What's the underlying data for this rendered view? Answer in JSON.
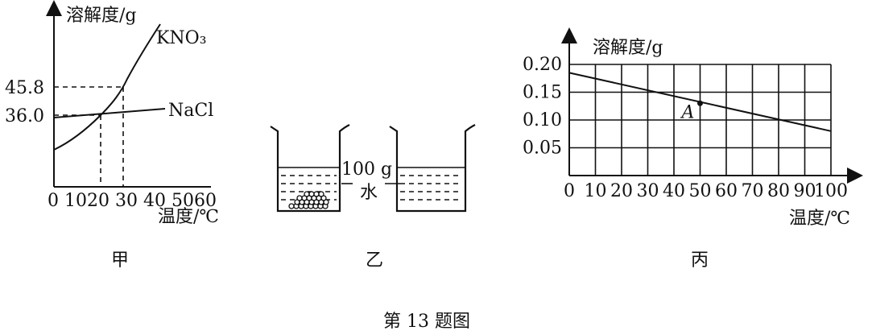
{
  "jia": {
    "ylabel": "溶解度/g",
    "xlabel": "温度/℃",
    "x_ticks": "0 1020 30 40 5060",
    "y_ticks": [
      "45.8",
      "36.0"
    ],
    "series": [
      {
        "name": "KNO₃"
      },
      {
        "name": "NaCl"
      }
    ],
    "caption": "甲"
  },
  "yi": {
    "label_mass": "100 g",
    "label_water": "水",
    "caption": "乙"
  },
  "bing": {
    "ylabel": "溶解度/g",
    "xlabel": "温度/℃",
    "y_ticks": [
      "0.20",
      "0.15",
      "0.10",
      "0.05"
    ],
    "x_ticks": [
      "0",
      "10",
      "20",
      "30",
      "40",
      "50",
      "60",
      "70",
      "80",
      "90",
      "100"
    ],
    "point_label": "A",
    "caption": "丙",
    "chart_data": {
      "type": "line",
      "xlabel": "温度/℃",
      "ylabel": "溶解度/g",
      "xlim": [
        0,
        100
      ],
      "ylim": [
        0,
        0.2
      ],
      "x": [
        0,
        50,
        100
      ],
      "y": [
        0.185,
        0.13,
        0.08
      ],
      "points": [
        {
          "label": "A",
          "x": 50,
          "y": 0.13
        }
      ],
      "grid": true
    }
  },
  "figure_caption": "第 13 题图"
}
